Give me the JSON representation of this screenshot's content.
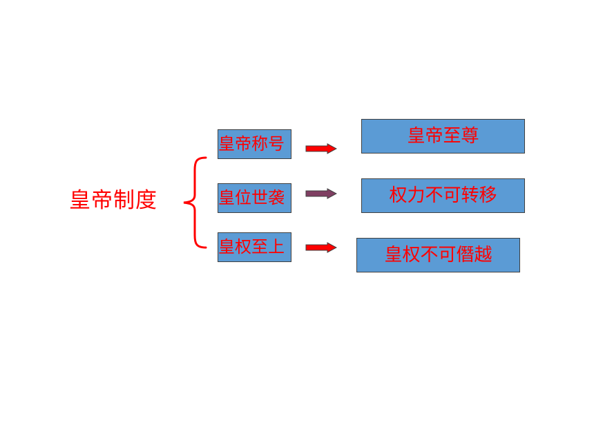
{
  "diagram": {
    "root": {
      "label": "皇帝制度"
    },
    "rows": [
      {
        "feature": "皇帝称号",
        "meaning": "皇帝至尊",
        "arrow_color": "#ff0000"
      },
      {
        "feature": "皇位世袭",
        "meaning": "权力不可转移",
        "arrow_color": "#7f3f62"
      },
      {
        "feature": "皇权至上",
        "meaning": "皇权不可僭越",
        "arrow_color": "#ff0000"
      }
    ],
    "colors": {
      "text": "#ff0000",
      "box_fill": "#5b9bd5",
      "box_border": "#404040",
      "brace": "#ff0000"
    }
  }
}
